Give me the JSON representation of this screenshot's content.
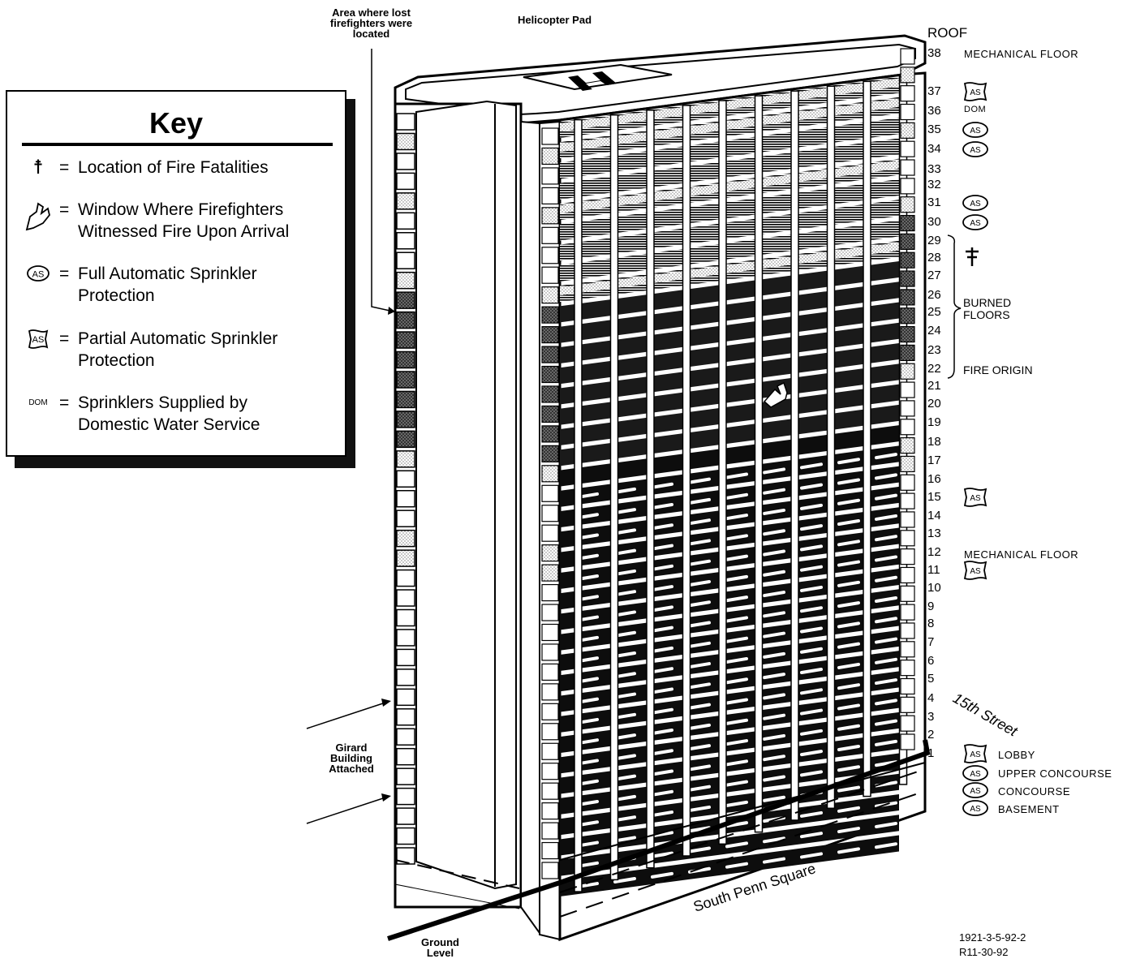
{
  "annotations": {
    "lost_firefighters": "Area where lost firefighters were located",
    "helicopter_pad": "Helicopter Pad",
    "girard": "Girard Building Attached",
    "ground_level": "Ground Level",
    "south_penn": "South Penn Square",
    "fifteenth": "15th Street"
  },
  "key": {
    "title": "Key",
    "items": [
      {
        "icon": "fatality-cross-icon",
        "symbol": "☨",
        "line1": "Location of Fire Fatalities",
        "line2": ""
      },
      {
        "icon": "fire-window-icon",
        "symbol": "",
        "line1": "Window Where Firefighters",
        "line2": "Witnessed Fire Upon Arrival"
      },
      {
        "icon": "full-sprinkler-icon",
        "symbol": "AS",
        "line1": "Full Automatic Sprinkler",
        "line2": "Protection"
      },
      {
        "icon": "partial-sprinkler-icon",
        "symbol": "AS",
        "line1": "Partial Automatic Sprinkler",
        "line2": "Protection"
      },
      {
        "icon": "dom-text",
        "symbol": "DOM",
        "line1": "Sprinklers Supplied by",
        "line2": "Domestic Water Service"
      }
    ]
  },
  "floors": {
    "roof": "ROOF",
    "numbers": [
      "38",
      "37",
      "36",
      "35",
      "34",
      "33",
      "32",
      "31",
      "30",
      "29",
      "28",
      "27",
      "26",
      "25",
      "24",
      "23",
      "22",
      "21",
      "20",
      "19",
      "18",
      "17",
      "16",
      "15",
      "14",
      "13",
      "12",
      "11",
      "10",
      "9",
      "8",
      "7",
      "6",
      "5",
      "4",
      "3",
      "2",
      "1"
    ]
  },
  "floor_notes": {
    "mech_38": "MECHANICAL FLOOR",
    "dom_36": "DOM",
    "burned": "BURNED FLOORS",
    "burned_1": "BURNED",
    "burned_2": "FLOORS",
    "fire_origin": "FIRE ORIGIN",
    "mech_12": "MECHANICAL FLOOR",
    "lobby": "LOBBY",
    "upper_concourse": "UPPER CONCOURSE",
    "concourse": "CONCOURSE",
    "basement": "BASEMENT"
  },
  "sprinklers": [
    {
      "floor": "37",
      "type": "partial"
    },
    {
      "floor": "35",
      "type": "full"
    },
    {
      "floor": "34",
      "type": "full"
    },
    {
      "floor": "31",
      "type": "full"
    },
    {
      "floor": "30",
      "type": "full"
    },
    {
      "floor": "15",
      "type": "partial"
    },
    {
      "floor": "11",
      "type": "partial"
    },
    {
      "floor": "1",
      "type": "partial"
    },
    {
      "floor": "UPPER CONCOURSE",
      "type": "full"
    },
    {
      "floor": "CONCOURSE",
      "type": "full"
    },
    {
      "floor": "BASEMENT",
      "type": "full"
    }
  ],
  "sprinkler_symbol_text": "AS",
  "fatality_floor": "28",
  "fire_origin_floor": "22",
  "burned_floor_range": [
    "22",
    "29"
  ],
  "drawing_code": {
    "line1": "1921-3-5-92-2",
    "line2": "R11-30-92"
  }
}
